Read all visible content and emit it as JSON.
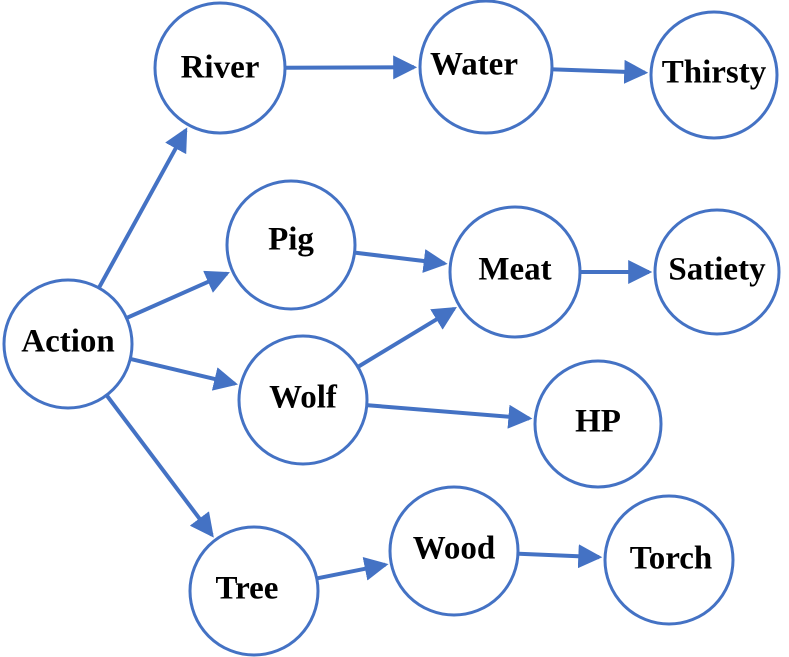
{
  "colors": {
    "accent": "#4472c4",
    "text": "#000000",
    "fill": "#ffffff"
  },
  "nodes": [
    {
      "id": "action",
      "label": "Action"
    },
    {
      "id": "river",
      "label": "River"
    },
    {
      "id": "water",
      "label": "Water"
    },
    {
      "id": "thirsty",
      "label": "Thirsty"
    },
    {
      "id": "pig",
      "label": "Pig"
    },
    {
      "id": "meat",
      "label": "Meat"
    },
    {
      "id": "satiety",
      "label": "Satiety"
    },
    {
      "id": "wolf",
      "label": "Wolf"
    },
    {
      "id": "hp",
      "label": "HP"
    },
    {
      "id": "tree",
      "label": "Tree"
    },
    {
      "id": "wood",
      "label": "Wood"
    },
    {
      "id": "torch",
      "label": "Torch"
    }
  ],
  "edges": [
    {
      "from": "action",
      "to": "river"
    },
    {
      "from": "action",
      "to": "pig"
    },
    {
      "from": "action",
      "to": "wolf"
    },
    {
      "from": "action",
      "to": "tree"
    },
    {
      "from": "river",
      "to": "water"
    },
    {
      "from": "water",
      "to": "thirsty"
    },
    {
      "from": "pig",
      "to": "meat"
    },
    {
      "from": "wolf",
      "to": "meat"
    },
    {
      "from": "meat",
      "to": "satiety"
    },
    {
      "from": "wolf",
      "to": "hp"
    },
    {
      "from": "tree",
      "to": "wood"
    },
    {
      "from": "wood",
      "to": "torch"
    }
  ]
}
